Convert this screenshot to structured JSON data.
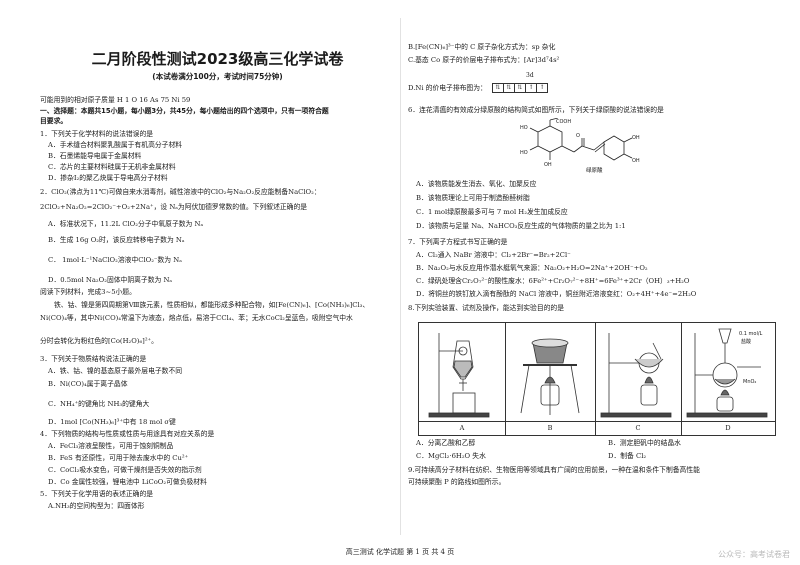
{
  "header": {
    "title": "二月阶段性测试2023级高三化学试卷",
    "subtitle": "(本试卷满分100分，考试时间75分钟)",
    "atomic_masses": "可能用到的相对原子质量    H    1        O    16        As    75        Ni    59",
    "section1_a": "一、选择题：本题共15小题，每小题3分，共45分，每小题给出的四个选项中，只有一项符合题",
    "section1_b": "目要求。"
  },
  "q1": {
    "stem": "1．下列关于化学材料的说法错误的是",
    "options": [
      "A．手术缝合材料聚乳酸属于有机高分子材料",
      "B．石墨烯能导电属于金属材料",
      "C．芯片的主要材料硅属于无机非金属材料",
      "D．掺杂I₂的聚乙炔属于导电高分子材料"
    ]
  },
  "q2": {
    "stem": "2．ClO₂(沸点为11℃)可做自来水消毒剂，碱性溶液中的ClO₂与Na₂O₂反应能制备NaClO₂：",
    "equation": "2ClO₂+Na₂O₂=2ClO₂⁻+O₂+2Na⁺，设 Nₐ为阿伏加德罗常数的值。下列叙述正确的是",
    "options": [
      "A．标准状况下，11.2L ClO₂分子中氧原子数为 Nₐ",
      "B．生成 16g O₂时，该反应转移电子数为 Nₐ",
      "C．  1mol·L⁻¹NaClO₂溶液中ClO₂⁻数为 Nₐ",
      "D．0.5mol Na₂O₂固体中阴离子数为 Nₐ"
    ]
  },
  "passage": {
    "intro": "阅读下列材料，完成3~5小题。",
    "line1": "铁、钴、镍是第四周期第Ⅷ族元素，性质相似，都能形成多种配合物，如[Fe(CN)₆]、[Co(NH₃)₆]Cl₃、",
    "line2": "Ni(CO)₄等，其中Ni(CO)₄常温下为液态，熔点低，易溶于CCl₄、苯；无水CoCl₂呈蓝色，吸附空气中水",
    "line3": "分时会转化为粉红色的[Co(H₂O)₆]²⁺。"
  },
  "q3": {
    "stem": "3．下列关于物质结构说法正确的是",
    "options": [
      "A．铁、钴、镍的基态原子最外层电子数不同",
      "B．Ni(CO)₄属于离子晶体",
      "C．NH₄⁺的键角比 NH₃的键角大",
      "D．1mol [Co(NH₃)₆]³⁺中有 18 mol σ键"
    ]
  },
  "q4": {
    "stem": "4．下列物质的结构与性质或性质与用途具有对应关系的是",
    "options": [
      "A．FeCl₃溶液呈酸性，可用于蚀刻铜制品",
      "B．FeS 有还原性，可用于除去废水中的 Cu²⁺",
      "C．CoCl₂吸水变色，可做干燥剂是否失效的指示剂",
      "D．Co 金属性较强，锂电池中 LiCoO₂可做负极材料"
    ]
  },
  "q5": {
    "stem": "5．下列关于化学用语的表述正确的是",
    "optionA": "A.NH₃的空间构型为：四面体形",
    "optionB": "B.[Fe(CN)₆]³⁻中的 C 原子杂化方式为：sp 杂化",
    "optionC": "C.基态 Co 原子的价层电子排布式为：[Ar]3d⁷4s²",
    "optionD": "D.Ni 的价电子排布图为：",
    "orbital_label": "3d"
  },
  "q6": {
    "stem": "6．连花清瘟的有效成分绿原酸的结构简式如图所示，下列关于绿原酸的说法错误的是",
    "figure_caption": "绿原酸",
    "options": [
      "A．该物质能发生消去、氧化、加聚反应",
      "B．该物质理论上可用于制造酚醛树脂",
      "C．1 mol绿原酸最多可与 7 mol H₂发生加成反应",
      "D．该物质与足量 Na、NaHCO₃反应生成的气体物质的量之比为 1:1"
    ]
  },
  "q7": {
    "stem": "7．下列离子方程式书写正确的是",
    "options": [
      "A．Cl₂通入 NaBr 溶液中：Cl₂+2Br⁻=Br₂+2Cl⁻",
      "B．Na₂O₂与水反应用作潜水艇氧气来源：Na₂O₂+H₂O=2Na⁺+2OH⁻+O₂",
      "C．绿矾处理含Cr₂O₇²⁻的酸性废水：6Fe²⁺+Cr₂O₇²⁻+8H⁺=6Fe³⁺+2Cr（OH）₃+H₂O",
      "D．将铜丝的铁钉放入滴有酚酞的 NaCl 溶液中，铜丝附近溶液变红：O₂+4H⁺+4e⁻=2H₂O"
    ]
  },
  "q8": {
    "stem": "8.下列实验装置、试剂及操作，能达到实验目的的是",
    "label_conc": "0.1 mol/L",
    "label_acid": "盐酸",
    "label_mno2": "MnO₂",
    "cells": [
      "A",
      "B",
      "C",
      "D"
    ],
    "options_row1": [
      "A．分离乙酸和乙醇",
      "B．测定胆矾中的结晶水"
    ],
    "options_row2": [
      "C．MgCl₂·6H₂O 失水",
      "D．制备 Cl₂"
    ]
  },
  "q9": {
    "line1": "9.可持续高分子材料在纺织、生物医用等领域具有广阔的应用前景，一种在温和条件下制备高性能",
    "line2": "可持续聚酯 P 的路线如图所示。"
  },
  "footer": {
    "text": "高三测试  化学试题  第 1 页  共 4 页",
    "watermark": "公众号：高考试卷君"
  }
}
